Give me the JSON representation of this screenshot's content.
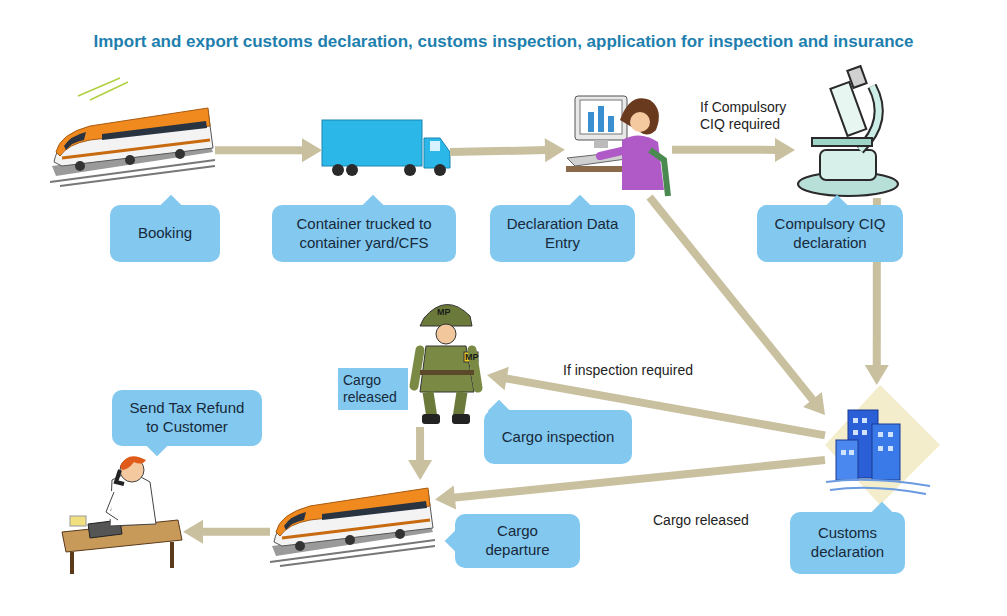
{
  "diagram": {
    "title": "Import and export customs declaration, customs inspection, application for inspection and insurance",
    "nodes": [
      {
        "text": [
          "Booking"
        ]
      },
      {
        "text": [
          "Container trucked to container yard/CFS"
        ]
      },
      {
        "text": [
          "Declaration Data Entry"
        ]
      },
      {
        "text": [
          "Compulsory CIQ declaration"
        ]
      },
      {
        "text": [
          "Customs declaration"
        ]
      },
      {
        "text": [
          "Cargo inspection"
        ]
      },
      {
        "text": [
          "Cargo departure"
        ]
      },
      {
        "text": [
          "Send Tax Refund to Customer"
        ]
      }
    ],
    "edges": [
      {
        "from": 0,
        "to": 1,
        "arrow": "to"
      },
      {
        "from": 1,
        "to": 2,
        "arrow": "to"
      },
      {
        "from": 2,
        "to": 3,
        "label": "If Compulsory CIQ required",
        "arrow": "to"
      },
      {
        "from": 2,
        "to": 4,
        "arrow": "to"
      },
      {
        "from": 3,
        "to": 4,
        "arrow": "to"
      },
      {
        "from": 4,
        "to": 5,
        "label": "If inspection required",
        "arrow": "to"
      },
      {
        "from": 4,
        "to": 6,
        "label": "Cargo released",
        "arrow": "to"
      },
      {
        "from": 5,
        "to": 6,
        "label": "Cargo released",
        "arrow": "to"
      },
      {
        "from": 6,
        "to": 7,
        "arrow": "to"
      }
    ],
    "labels": [
      "MP",
      "MP"
    ]
  }
}
